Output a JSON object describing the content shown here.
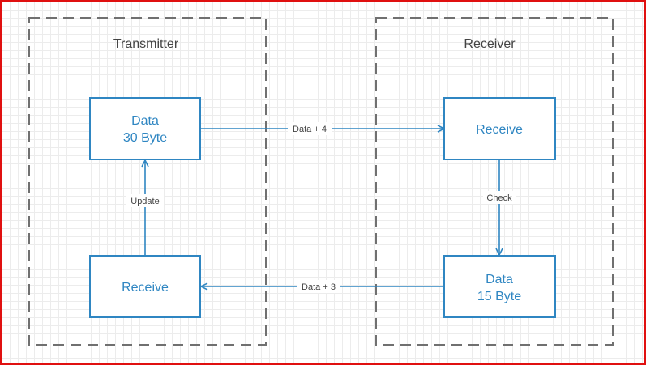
{
  "groups": {
    "transmitter": {
      "title": "Transmitter"
    },
    "receiver": {
      "title": "Receiver"
    }
  },
  "nodes": {
    "tx_data": {
      "line1": "Data",
      "line2": "30 Byte"
    },
    "tx_receive": {
      "label": "Receive"
    },
    "rx_receive": {
      "label": "Receive"
    },
    "rx_data": {
      "line1": "Data",
      "line2": "15 Byte"
    }
  },
  "edges": {
    "data_plus_4": "Data + 4",
    "data_plus_3": "Data + 3",
    "update": "Update",
    "check": "Check"
  },
  "colors": {
    "box_stroke": "#2f86c2",
    "arrow": "#2f86c2",
    "group_stroke": "#707070",
    "border": "#e01010"
  }
}
